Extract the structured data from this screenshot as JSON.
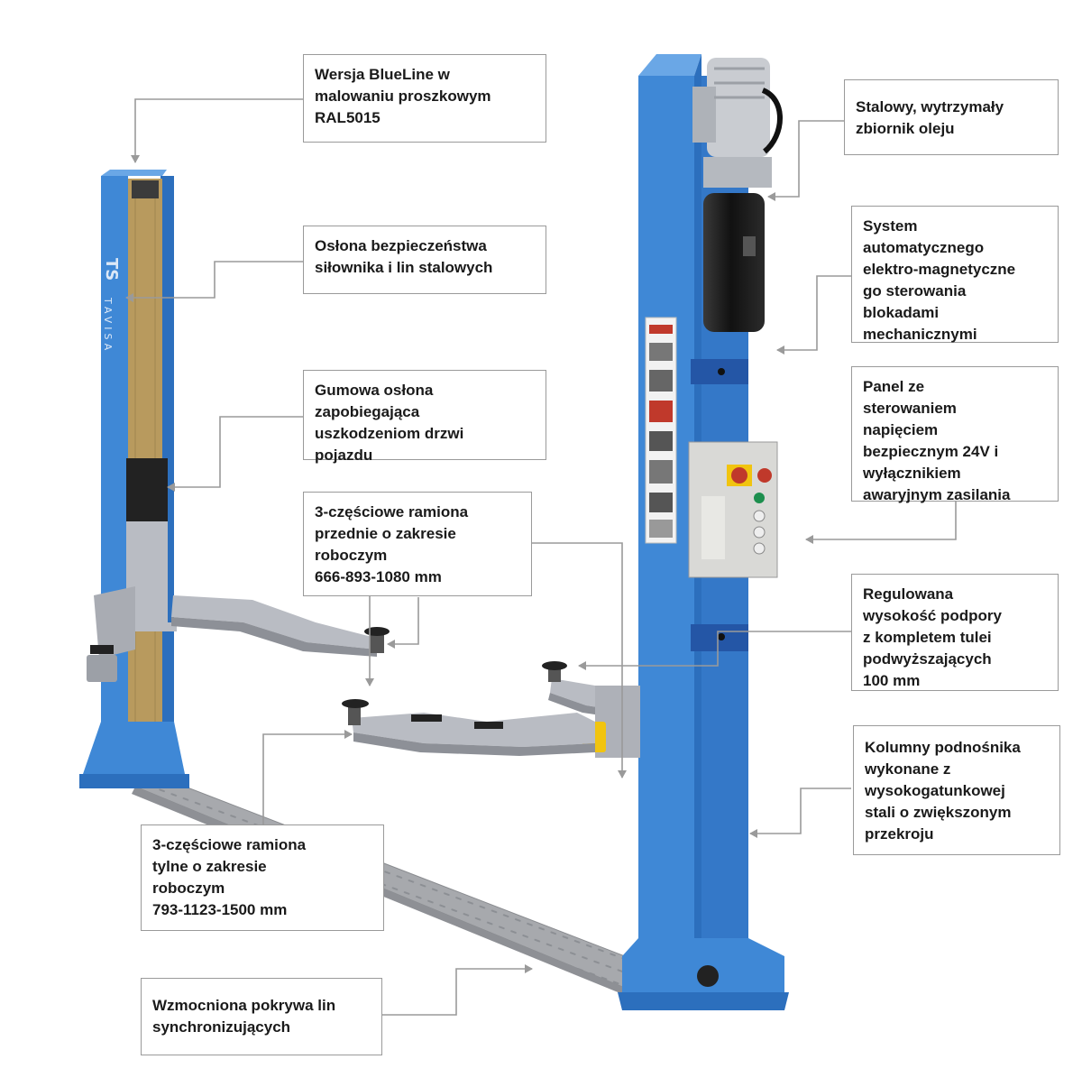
{
  "brand": {
    "logo_mark": "TS",
    "wordmark": "TAVISA"
  },
  "colors": {
    "column_blue": "#3f88d6",
    "column_blue_dark": "#2c6fbd",
    "column_blue_light": "#6aa7e6",
    "arm_grey": "#b9bcc3",
    "cover_tan": "#b89a5e",
    "floor_plate": "#a7a9ad",
    "tank": "#1c1c1c",
    "motor": "#c9ccd1",
    "leader_line": "#9a9a9a"
  },
  "callouts": [
    {
      "id": "blueline",
      "text": "Wersja BlueLine w\nmalowaniu proszkowym\nRAL5015"
    },
    {
      "id": "actuator_guard",
      "text": "Osłona bezpieczeństwa\nsiłownika i lin stalowych"
    },
    {
      "id": "rubber_guard",
      "text": "Gumowa osłona\nzapobiegająca\nuszkodzeniom drzwi\npojazdu"
    },
    {
      "id": "front_arms",
      "text": "3-częściowe ramiona\nprzednie o zakresie\nroboczym\n666-893-1080  mm"
    },
    {
      "id": "rear_arms",
      "text": "3-częściowe ramiona\ntylne o zakresie\nroboczym\n793-1123-1500 mm"
    },
    {
      "id": "cable_cover",
      "text": "Wzmocniona pokrywa lin\nsynchronizujących"
    },
    {
      "id": "oil_tank",
      "text": "Stalowy, wytrzymały\nzbiornik oleju"
    },
    {
      "id": "lock_system",
      "text": "System\nautomatycznego\nelektro-magnetyczne\ngo sterowania\nblokadami\nmechanicznymi"
    },
    {
      "id": "control_panel",
      "text": "Panel ze\nsterowaniem\nnapięciem\nbezpiecznym 24V i\nwyłącznikiem\nawaryjnym zasilania"
    },
    {
      "id": "pad_height",
      "text": "Regulowana\nwysokość podpory\nz kompletem tulei\npodwyższających\n100 mm"
    },
    {
      "id": "columns",
      "text": "Kolumny podnośnika\nwykonane z\nwysokogatunkowej\nstali o zwiększonym\nprzekroju"
    }
  ]
}
